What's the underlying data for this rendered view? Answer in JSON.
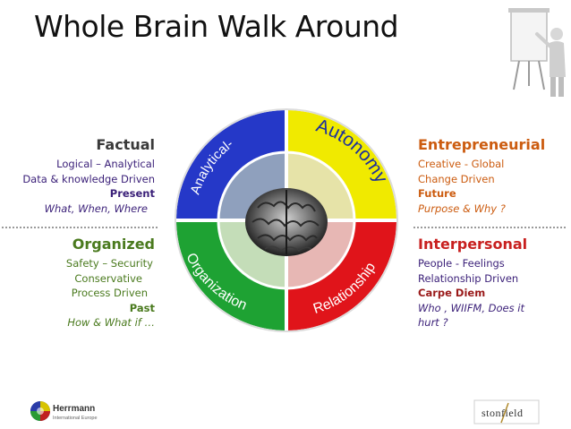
{
  "title": "Whole Brain Walk Around",
  "quadrants": {
    "top_left": {
      "arc_label": "Analytical-",
      "color": "#2538c8",
      "inner": "#8fa0bd"
    },
    "top_right": {
      "arc_label": "Autonomy",
      "color": "#f0ea00",
      "inner": "#e6e3a8"
    },
    "bottom_left": {
      "arc_label": "Organization",
      "color": "#1ea233",
      "inner": "#c4ddb8"
    },
    "bottom_right": {
      "arc_label": "Relationship",
      "color": "#e0141a",
      "inner": "#e7b7b4"
    }
  },
  "factual": {
    "heading": "Factual",
    "line1": "Logical – Analytical",
    "line2": "Data & knowledge Driven",
    "time": "Present",
    "question": "What, When, Where"
  },
  "organized": {
    "heading": "Organized",
    "line1": "Safety – Security",
    "line2": "Conservative",
    "line3": "Process Driven",
    "time": "Past",
    "question": "How & What if …"
  },
  "entrepreneurial": {
    "heading": "Entrepreneurial",
    "line1": "Creative - Global",
    "line2": "Change Driven",
    "time": "Future",
    "question": "Purpose & Why ?"
  },
  "interpersonal": {
    "heading": "Interpersonal",
    "line1": "People - Feelings",
    "line2": "Relationship Driven",
    "time": "Carpe Diem",
    "question_line1": "Who , WIIFM, Does it",
    "question_line2": "hurt ?"
  },
  "logos": {
    "herrmann_name": "Herrmann",
    "herrmann_sub": "International Europe",
    "stonfield": "stonfield"
  }
}
